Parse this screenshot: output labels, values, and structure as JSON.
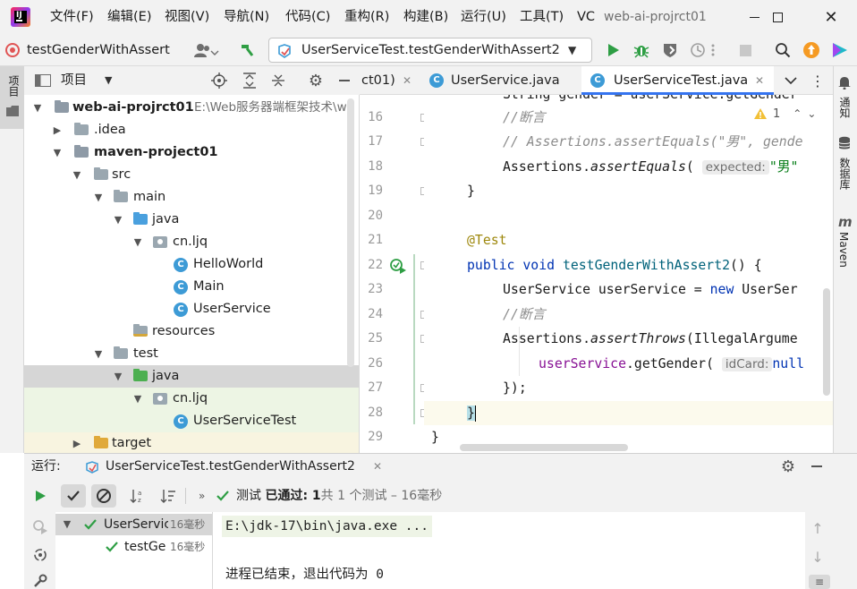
{
  "menubar": {
    "items": [
      "文件(F)",
      "编辑(E)",
      "视图(V)",
      "导航(N)",
      "代码(C)",
      "重构(R)",
      "构建(B)",
      "运行(U)",
      "工具(T)",
      "VC"
    ],
    "project_title": "web-ai-projrct01"
  },
  "toolbar": {
    "run_target": "testGenderWithAssert",
    "run_config": "UserServiceTest.testGenderWithAssert2"
  },
  "sidebar": {
    "project_tab": "项目"
  },
  "project": {
    "title": "项目",
    "tree": [
      {
        "label": "web-ai-projrct01",
        "extra": "E:\\Web服务器端框架技术\\w",
        "bold": true
      },
      {
        "label": ".idea"
      },
      {
        "label": "maven-project01",
        "bold": true
      },
      {
        "label": "src"
      },
      {
        "label": "main"
      },
      {
        "label": "java"
      },
      {
        "label": "cn.ljq"
      },
      {
        "label": "HelloWorld"
      },
      {
        "label": "Main"
      },
      {
        "label": "UserService"
      },
      {
        "label": "resources"
      },
      {
        "label": "test"
      },
      {
        "label": "java"
      },
      {
        "label": "cn.ljq"
      },
      {
        "label": "UserServiceTest"
      },
      {
        "label": "target"
      }
    ]
  },
  "editor": {
    "tabs": [
      {
        "label": "ct01)"
      },
      {
        "label": "UserService.java"
      },
      {
        "label": "UserServiceTest.java"
      }
    ],
    "warning_count": "1",
    "line_numbers": [
      "16",
      "17",
      "18",
      "19",
      "20",
      "21",
      "22",
      "23",
      "24",
      "25",
      "26",
      "27",
      "28",
      "29"
    ],
    "top_partial": "String gender = userService.getGender",
    "code": {
      "l16": "//断言",
      "l17": "// Assertions.assertEquals(\"男\", gende",
      "l18_a": "Assertions.",
      "l18_b": "assertEquals",
      "l18_c": "(",
      "l18_hint": "expected:",
      "l18_str": "\"男\"",
      "l19": "}",
      "l21": "@Test",
      "l22_kw1": "public",
      "l22_kw2": "void",
      "l22_name": "testGenderWithAssert2",
      "l22_rest": "() {",
      "l23_a": "UserService userService = ",
      "l23_kw": "new",
      "l23_b": " UserSer",
      "l24": "//断言",
      "l25_a": "Assertions.",
      "l25_b": "assertThrows",
      "l25_c": "(IllegalArgume",
      "l26_field": "userService",
      "l26_a": ".getGender(",
      "l26_hint": "idCard:",
      "l26_kw": "null",
      "l27": "});",
      "l28": "}",
      "l29": "}"
    }
  },
  "rightbar": {
    "notify": "通知",
    "db": "数据库",
    "maven": "Maven"
  },
  "run": {
    "label": "运行:",
    "config": "UserServiceTest.testGenderWithAssert2",
    "status_prefix": "测试",
    "status": "已通过: 1",
    "status_detail": "共 1 个测试 – 16毫秒",
    "tree": [
      {
        "label": "UserServic",
        "time": "16毫秒"
      },
      {
        "label": "testGe",
        "time": "16毫秒"
      }
    ],
    "console": [
      "E:\\jdk-17\\bin\\java.exe ...",
      "进程已结束，退出代码为 0"
    ]
  },
  "colors": {
    "accent": "#3574f0",
    "pass": "#2e9e44",
    "keyword": "#0033b3",
    "comment": "#8c8c8c",
    "annotation": "#9e880d",
    "string": "#067d17"
  }
}
